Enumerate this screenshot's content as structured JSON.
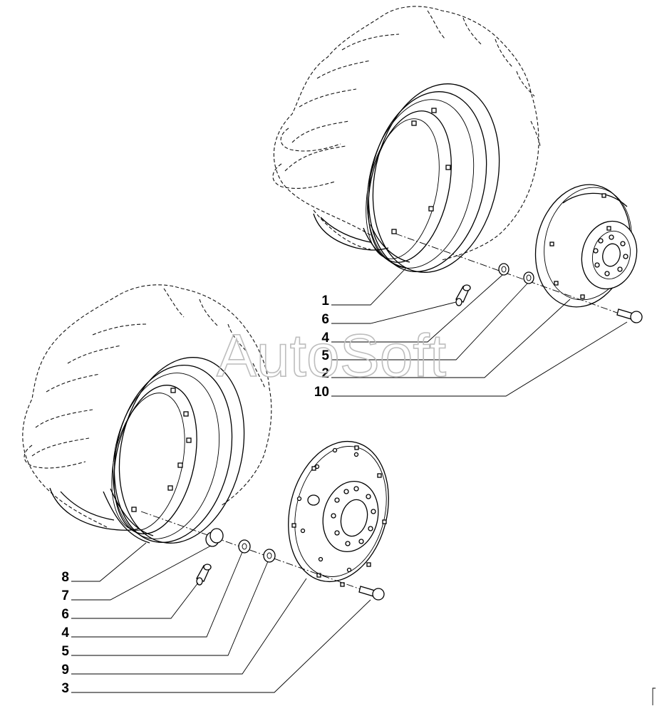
{
  "watermark": "AutoSoft",
  "callouts_upper": [
    "1",
    "6",
    "4",
    "5",
    "2",
    "10"
  ],
  "callouts_lower": [
    "8",
    "7",
    "6",
    "4",
    "5",
    "9",
    "3"
  ],
  "colors": {
    "line": "#000000",
    "watermark": "#bdbdbd",
    "background": "#ffffff"
  }
}
